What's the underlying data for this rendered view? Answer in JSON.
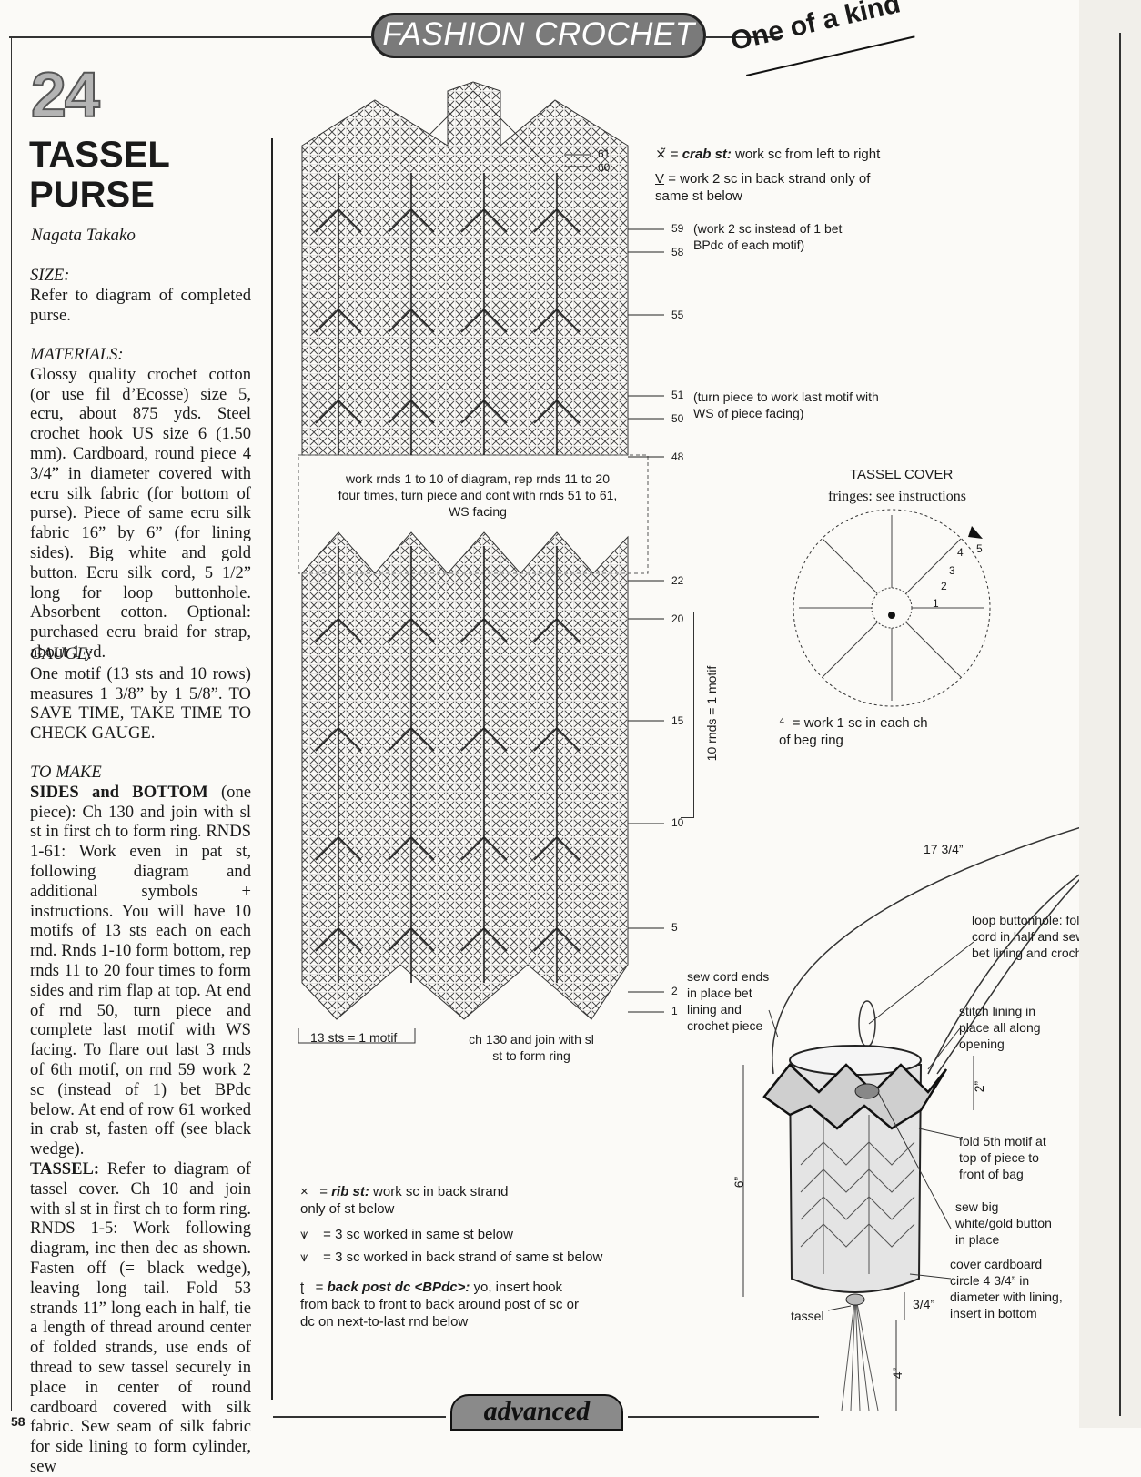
{
  "header": {
    "magazine_section": "FASHION CROCHET",
    "tagline": "One of a kind"
  },
  "pattern": {
    "number": "24",
    "title_line1": "TASSEL",
    "title_line2": "PURSE",
    "designer": "Nagata Takako"
  },
  "sections": {
    "size_head": "SIZE:",
    "size_text": "Refer to diagram of completed purse.",
    "materials_head": "MATERIALS:",
    "materials_text": "Glossy quality crochet cotton (or use fil d’Ecosse) size 5, ecru, about 875 yds. Steel crochet hook US size 6 (1.50 mm). Cardboard, round piece 4 3/4” in diameter covered with ecru silk fabric (for bottom of purse). Piece of same ecru silk fabric 16” by 6” (for lining sides). Big white and gold button. Ecru silk cord, 5 1/2” long for loop buttonhole. Absorbent cotton. Optional: purchased ecru braid for strap, about 1 yd.",
    "gauge_head": "GAUGE:",
    "gauge_text": "One motif (13 sts and 10 rows) measures 1 3/8” by 1 5/8”. TO SAVE TIME, TAKE TIME TO CHECK GAUGE.",
    "tomake_head": "TO MAKE",
    "sides_head": "SIDES and BOTTOM",
    "sides_text": "(one piece): Ch 130 and join with sl st in first ch to form ring. RNDS 1-61: Work even in pat st, following diagram and additional symbols + instructions. You will have 10 motifs of 13 sts each on each rnd. Rnds 1-10 form bottom, rep rnds 11 to 20 four times to form sides and rim flap at top. At end of rnd 50, turn piece and complete last motif with WS facing. To flare out last 3 rnds of 6th motif, on rnd 59 work 2 sc (instead of 1) bet BPdc below. At end of row 61 worked in crab st, fasten off (see black wedge).",
    "tassel_head": "TASSEL:",
    "tassel_text": "Refer to diagram of tassel cover. Ch 10 and join with sl st in first ch to form ring. RNDS 1-5: Work following diagram, inc then dec as shown. Fasten off (= black wedge), leaving long tail. Fold 53 strands 11” long each in half, tie a length of thread around center of folded strands, use ends of thread to sew tassel securely in place in center of round cardboard covered with silk fabric. Sew seam of silk fabric for side lining to form cylinder, sew"
  },
  "chart": {
    "row_labels": [
      "61",
      "60",
      "59",
      "58",
      "55",
      "51",
      "50",
      "48",
      "22",
      "20",
      "15",
      "10",
      "5",
      "2",
      "1"
    ],
    "note_59": "(work 2 sc instead of 1 bet BPdc of each motif)",
    "note_51": "(turn piece to work last motif with WS of piece facing)",
    "middle_note": "work rnds 1 to 10 of diagram, rep rnds 11 to 20 four times, turn piece and cont with rnds 51 to 61, WS facing",
    "motif_rows": "10 rnds = 1 motif",
    "motif_sts": "13 sts = 1 motif",
    "foundation": "ch 130 and join with sl st to form ring"
  },
  "legend": {
    "crab_name": "crab st:",
    "crab_desc": "work sc from left to right",
    "v_desc": "= work 2 sc in back strand only of same st below",
    "rib_name": "rib st:",
    "rib_desc": "work sc in back strand only of st below",
    "three_sc": "= 3 sc worked in same st below",
    "three_sc_back": "= 3 sc worked in back strand of same st below",
    "bpdc_name": "back post dc <BPdc>:",
    "bpdc_desc": "yo, insert hook from back to front to back around post of sc or dc on next-to-last rnd below"
  },
  "tassel_cover": {
    "title": "TASSEL COVER",
    "subtitle": "fringes: see instructions",
    "ring_note": "= work 1 sc in each ch of beg ring",
    "rnd_numbers": [
      "1",
      "2",
      "3",
      "4",
      "5"
    ]
  },
  "purse_diagram": {
    "strap_len": "17 3/4”",
    "loop_note": "loop buttonhole: fold satin cord in half and sew in place bet lining and crochet piece",
    "lining_note": "stitch lining in place all along opening",
    "cord_note": "sew cord ends in place bet lining and crochet piece",
    "flap_dim": "2”",
    "fold_note": "fold 5th motif at top of piece to front of bag",
    "height_dim": "6”",
    "button_note": "sew big white/gold button in place",
    "bottom_note": "cover cardboard circle 4 3/4” in diameter with lining, insert in bottom",
    "tassel_label": "tassel",
    "tassel_gap": "3/4”",
    "tassel_len": "4”"
  },
  "footer": {
    "level_badge": "advanced",
    "page_number": "58"
  }
}
